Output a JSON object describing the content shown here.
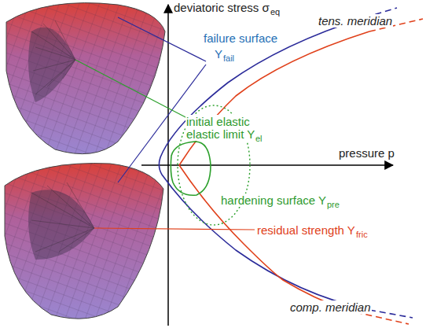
{
  "diagram": {
    "labels": [
      "deviatoric stress σ",
      "eq",
      "failure surface",
      "Y",
      "fail",
      "tens. meridian",
      "initial elastic",
      "elastic limit Y",
      "el",
      "pressure p",
      "hardening surface Y",
      "pre",
      "residual strength Y",
      "fric",
      "comp. meridian"
    ]
  }
}
